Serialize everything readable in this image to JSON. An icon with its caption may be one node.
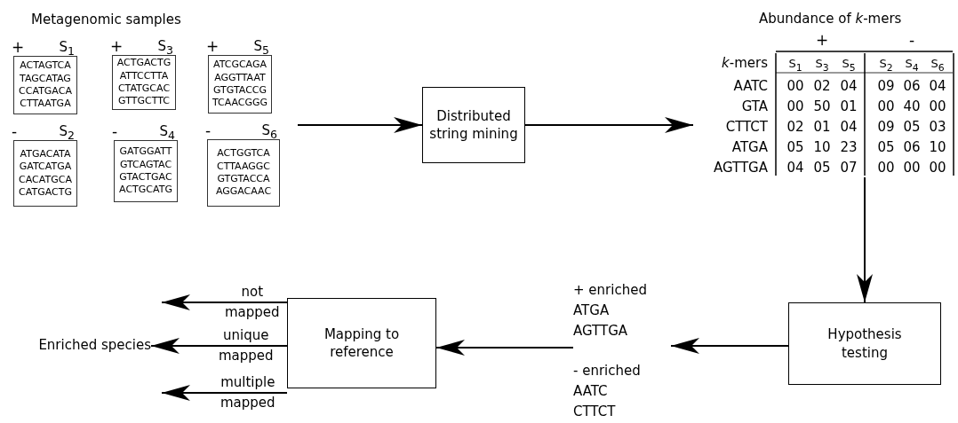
{
  "diagram": {
    "nodes": [
      {
        "text": [
          "Metagenomic samples"
        ]
      },
      {
        "text": [
          "ACTAGTCA TAGCATAG CCATGACA CTTAATGA"
        ],
        "in": 0,
        "beside": [
          "+",
          "S$_{1}$"
        ]
      },
      {
        "text": [
          "ACTGACTG ATTCCTTA CTATGCAC GTTGCTTC"
        ],
        "in": 0,
        "beside": [
          "+",
          "S$_{3}$"
        ]
      },
      {
        "text": [
          "ATCGCAGA AGGTTAAT GTGTACCG TCAACGGG"
        ],
        "in": 0,
        "beside": [
          "+",
          "S$_{5}$"
        ]
      },
      {
        "text": [
          "ATGACATA GATCATGA CACATGCA CATGACTG"
        ],
        "in": 0,
        "beside": [
          "-",
          "S$_{2}$"
        ]
      },
      {
        "text": [
          "GATGGATT GTCAGTAC GTACTGAC ACTGCATG"
        ],
        "in": 0,
        "beside": [
          "-",
          "S$_{4}$"
        ]
      },
      {
        "text": [
          "ACTGGTCA CTTAAGGC GTGTACCA AGGACAAC"
        ],
        "in": 0,
        "beside": [
          "-",
          "S$_{6}$"
        ]
      },
      {
        "text": [
          "Distributed string mining"
        ]
      },
      {
        "text": [
          "Abundance of *k*-mers"
        ]
      },
      {
        "text": [
          "Hypothesis testing"
        ]
      },
      {
        "text": [
          "+ enriched",
          "ATGA",
          "AGTTGA",
          "- enriched",
          "AATC",
          "CTTCT"
        ]
      },
      {
        "text": [
          "Mapping to reference"
        ]
      },
      {
        "text": [
          "Enriched species"
        ]
      }
    ],
    "edges": [
      {
        "from": 0,
        "to": 7,
        "arrow": "to"
      },
      {
        "from": 7,
        "to": 8,
        "arrow": "to"
      },
      {
        "from": 8,
        "to": 9,
        "arrow": "to"
      },
      {
        "from": 9,
        "to": 10,
        "arrow": "to"
      },
      {
        "from": 10,
        "to": 11,
        "arrow": "to"
      },
      {
        "from": 11,
        "to": null,
        "arrow": "to",
        "label": "not mapped"
      },
      {
        "from": 11,
        "to": 12,
        "arrow": "to",
        "label": "unique mapped"
      },
      {
        "from": 11,
        "to": null,
        "arrow": "to",
        "label": "multiple mapped"
      }
    ],
    "labels": [
      "+",
      "-",
      "*k*-mers",
      "S$_{1}$",
      "S$_{3}$",
      "S$_{5}$",
      "S$_{2}$",
      "S$_{4}$",
      "S$_{6}$",
      "AATC",
      "00",
      "02",
      "04",
      "09",
      "06",
      "04",
      "GTA",
      "00",
      "50",
      "01",
      "00",
      "40",
      "00",
      "CTTCT",
      "02",
      "01",
      "04",
      "09",
      "05",
      "03",
      "ATGA",
      "05",
      "10",
      "23",
      "05",
      "06",
      "10",
      "AGTTGA",
      "04",
      "05",
      "07",
      "00",
      "00",
      "00"
    ]
  }
}
